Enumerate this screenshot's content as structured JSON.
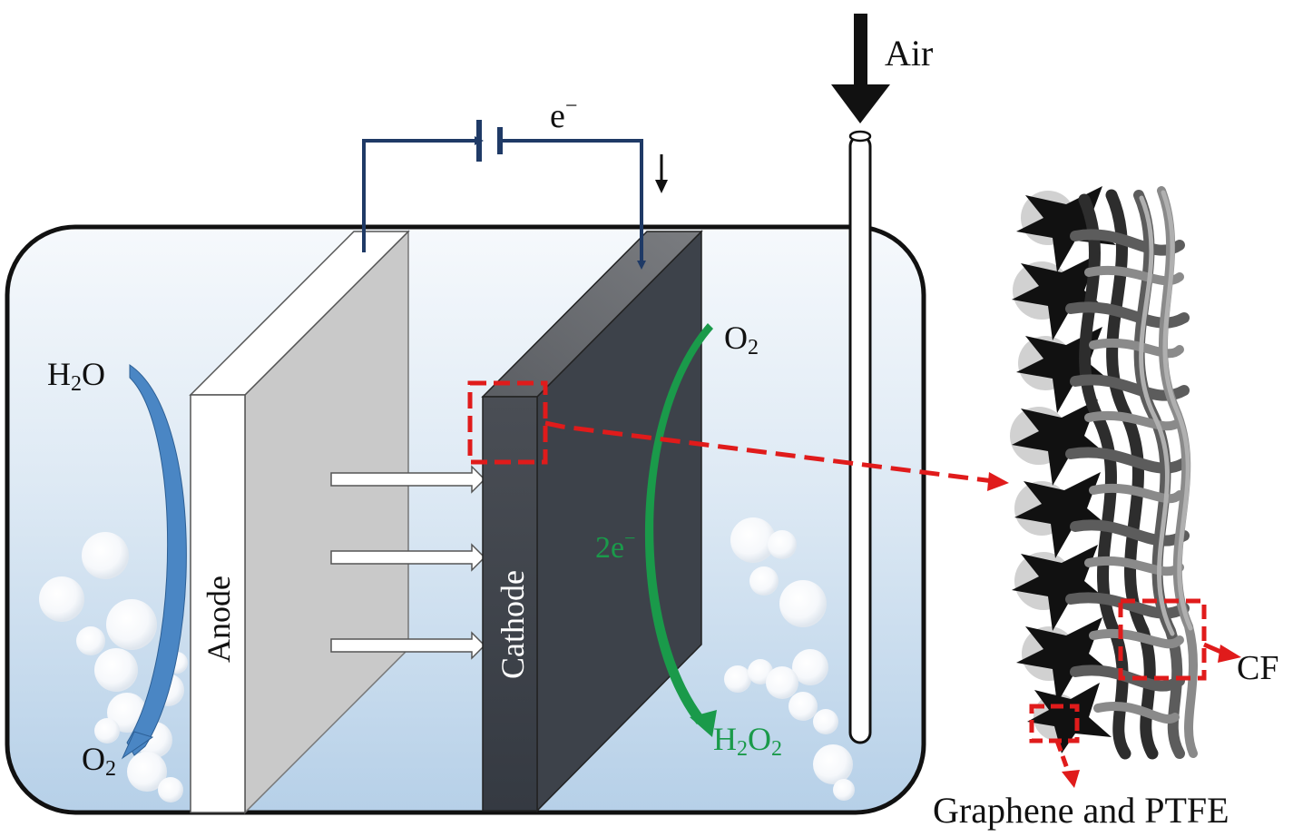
{
  "labels": {
    "air": "Air",
    "electron": "e",
    "electron_sup": "−",
    "h2o_left_main": "H",
    "h2o_left_sub": "2",
    "h2o_left_end": "O",
    "o2_left_main": "O",
    "o2_left_sub": "2",
    "anode": "Anode",
    "cathode": "Cathode",
    "o2_right_main": "O",
    "o2_right_sub": "2",
    "two_e": "2e",
    "two_e_sup": "−",
    "h2o2_main1": "H",
    "h2o2_sub1": "2",
    "h2o2_main2": "O",
    "h2o2_sub2": "2",
    "cf": "CF",
    "graphene": "Graphene and PTFE"
  },
  "colors": {
    "electrolyte_top": "#eef3f9",
    "electrolyte_bottom": "#b9d3ea",
    "circuit": "#1f3a66",
    "cathode": "#3b4048",
    "anode_plate": "#c8c8c8",
    "reaction_arrow": "#1a9a4a",
    "water_arrow": "#4a86c4",
    "highlight": "#e01b1b"
  },
  "icons": {
    "bubbles": "bubble-icon",
    "fiber": "carbon-fiber-icon"
  }
}
